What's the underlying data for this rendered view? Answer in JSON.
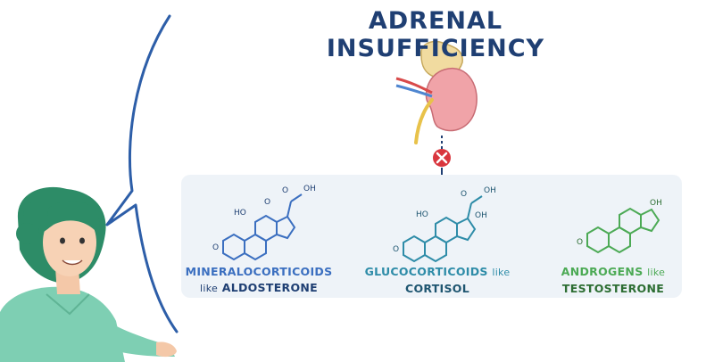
{
  "title": "ADRENAL INSUFFICIENCY",
  "hormones": [
    {
      "group": "MINERALOCORTICOIDS",
      "connector": "like",
      "example": "ALDOSTERONE"
    },
    {
      "group": "GLUCOCORTICOIDS",
      "connector": "like",
      "example": "CORTISOL"
    },
    {
      "group": "ANDROGENS",
      "connector": "like",
      "example": "TESTOSTERONE"
    }
  ],
  "molecule_labels": {
    "ho": "HO",
    "oh": "OH",
    "o": "O"
  },
  "colors": {
    "title": "#1f3f73",
    "panel": "#eef3f8",
    "mineralocorticoid": "#3b6fc0",
    "glucocorticoid": "#2e8ca8",
    "androgen": "#4caa55",
    "blocked": "#d9363e"
  },
  "icons": [
    "adrenal-kidney-illustration",
    "blocked-x-icon",
    "down-arrow-icon",
    "speech-bubble",
    "presenter-avatar"
  ]
}
